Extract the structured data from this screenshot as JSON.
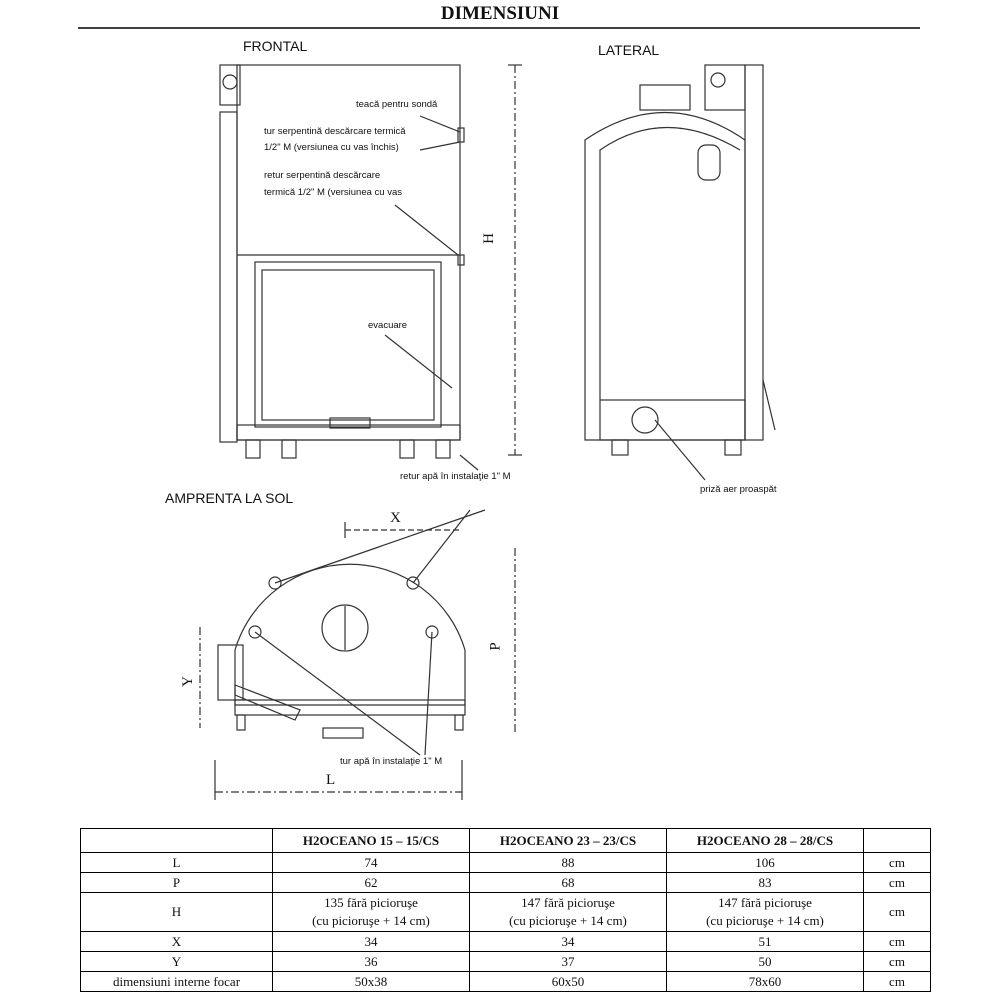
{
  "title": "DIMENSIUNI",
  "sections": {
    "frontal": "FRONTAL",
    "lateral": "LATERAL",
    "footprint": "AMPRENTA LA SOL"
  },
  "annotations": {
    "probe_sleeve": "teacă pentru sondă",
    "coil_flow_1": "tur serpentină descărcare termică",
    "coil_flow_2": "1/2\" M (versiunea cu vas închis)",
    "coil_return_1": "retur serpentină descărcare",
    "coil_return_2": "termică 1/2\" M (versiunea cu vas",
    "drain": "evacuare",
    "return_water": "retur apă în instalaţie 1\" M",
    "fresh_air": "priză aer proaspăt",
    "flow_water": "tur apă în instalaţie 1\" M"
  },
  "dimension_labels": {
    "H": "H",
    "X": "X",
    "P": "P",
    "Y": "Y",
    "L": "L"
  },
  "table": {
    "headers": [
      "",
      "H2OCEANO 15 – 15/CS",
      "H2OCEANO 23 – 23/CS",
      "H2OCEANO 28 – 28/CS",
      ""
    ],
    "rows": [
      {
        "label": "L",
        "values": [
          "74",
          "88",
          "106"
        ],
        "unit": "cm"
      },
      {
        "label": "P",
        "values": [
          "62",
          "68",
          "83"
        ],
        "unit": "cm"
      },
      {
        "label": "H",
        "values": [
          [
            "135 fără picioruşe",
            "(cu picioruşe + 14 cm)"
          ],
          [
            "147 fără picioruşe",
            "(cu picioruşe + 14 cm)"
          ],
          [
            "147 fără picioruşe",
            "(cu picioruşe + 14 cm)"
          ]
        ],
        "unit": "cm"
      },
      {
        "label": "X",
        "values": [
          "34",
          "34",
          "51"
        ],
        "unit": "cm"
      },
      {
        "label": "Y",
        "values": [
          "36",
          "37",
          "50"
        ],
        "unit": "cm"
      },
      {
        "label": "dimensiuni interne focar",
        "values": [
          "50x38",
          "60x50",
          "78x60"
        ],
        "unit": "cm"
      }
    ]
  }
}
